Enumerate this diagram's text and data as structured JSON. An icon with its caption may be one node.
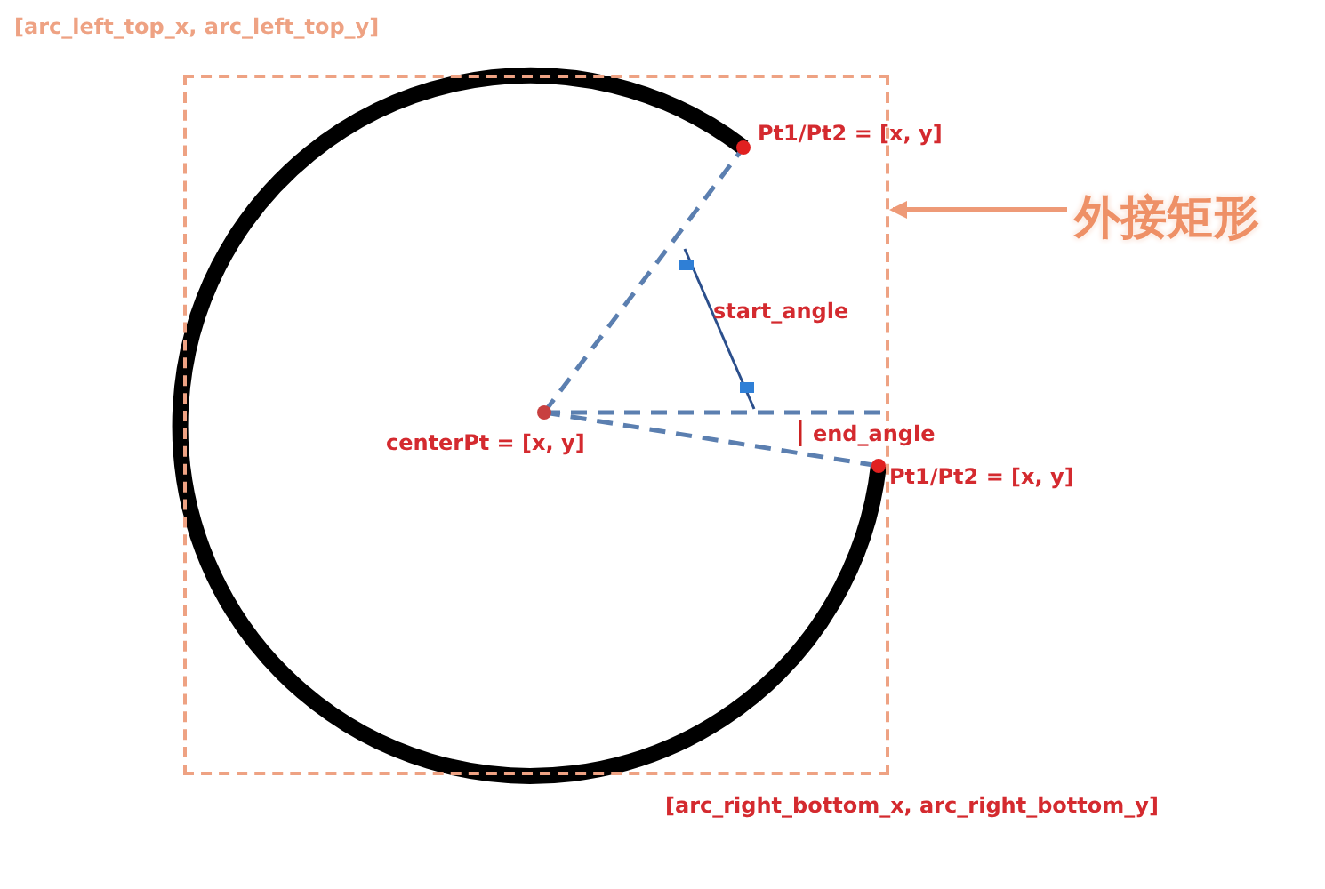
{
  "diagram": {
    "nodes": [
      {
        "text": [],
        "shape": "box"
      },
      {
        "text": [
          "外接矩形"
        ]
      }
    ],
    "edges": [
      {
        "from": 1,
        "to": 0,
        "arrow": "to"
      }
    ],
    "labels": [
      "[arc_left_top_x, arc_left_top_y]",
      "Pt1/Pt2 = [x, y]",
      "start_angle",
      "centerPt = [x, y]",
      "end_angle",
      "Pt1/Pt2 = [x, y]",
      "[arc_right_bottom_x, arc_right_bottom_y]"
    ]
  }
}
